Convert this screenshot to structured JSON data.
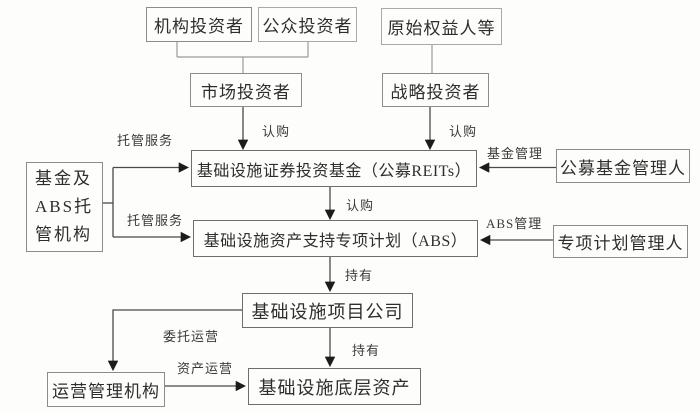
{
  "diagram": {
    "colors": {
      "background": "#fdfdfc",
      "box_border": "#8c8c8c",
      "box_border_strong": "#6e6e6e",
      "line": "#4a4a4a",
      "line_light": "#9a9a9a",
      "arrowhead": "#1c1c1c",
      "text": "#2e2e2e"
    },
    "nodes": {
      "institutional_investor": {
        "label": "机构投资者"
      },
      "public_investor": {
        "label": "公众投资者"
      },
      "original_equity_holder": {
        "label": "原始权益人等"
      },
      "market_investor": {
        "label": "市场投资者"
      },
      "strategic_investor": {
        "label": "战略投资者"
      },
      "reits_fund": {
        "label": "基础设施证券投资基金（公募REITs）"
      },
      "abs_plan": {
        "label": "基础设施资产支持专项计划（ABS）"
      },
      "project_company": {
        "label": "基础设施项目公司"
      },
      "underlying_assets": {
        "label": "基础设施底层资产"
      },
      "custodian": {
        "label": "基金及ABS托管机构",
        "lines": [
          "基金及",
          "ABS托",
          "管机构"
        ]
      },
      "public_fund_manager": {
        "label": "公募基金管理人"
      },
      "special_plan_manager": {
        "label": "专项计划管理人"
      },
      "operation_manager": {
        "label": "运营管理机构"
      }
    },
    "edges": {
      "subscribe_market": "认购",
      "subscribe_strategic": "认购",
      "subscribe_reits_abs": "认购",
      "custody_service_reits": "托管服务",
      "custody_service_abs": "托管服务",
      "fund_management": "基金管理",
      "abs_management": "ABS管理",
      "hold_project": "持有",
      "hold_assets": "持有",
      "entrusted_operation": "委托运营",
      "asset_operation": "资产运营"
    }
  }
}
